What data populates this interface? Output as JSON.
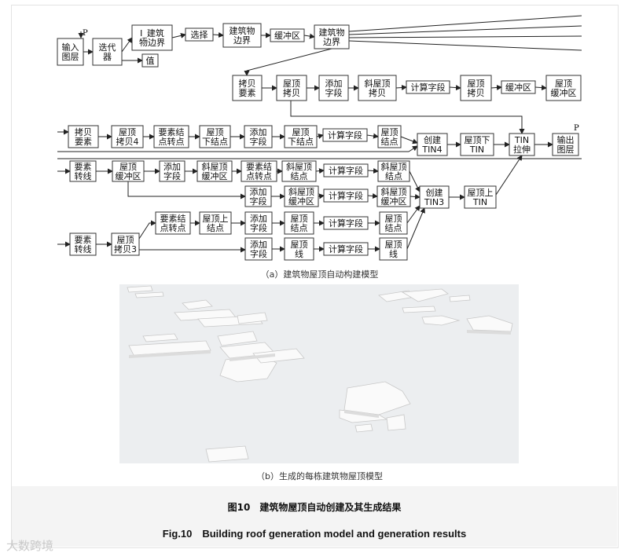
{
  "diagram": {
    "top_param": "P",
    "output_param": "P",
    "nodes": [
      {
        "id": "input",
        "lines": [
          "输入",
          "图层"
        ]
      },
      {
        "id": "iterator",
        "lines": [
          "迭代",
          "器"
        ]
      },
      {
        "id": "i_bound",
        "lines": [
          "I_建筑",
          "物边界"
        ]
      },
      {
        "id": "value",
        "lines": [
          "值"
        ]
      },
      {
        "id": "select",
        "lines": [
          "选择"
        ]
      },
      {
        "id": "bound1",
        "lines": [
          "建筑物",
          "边界"
        ]
      },
      {
        "id": "buffer1",
        "lines": [
          "缓冲区"
        ]
      },
      {
        "id": "bound2",
        "lines": [
          "建筑物",
          "边界"
        ]
      },
      {
        "id": "copyfeat",
        "lines": [
          "拷贝",
          "要素"
        ]
      },
      {
        "id": "roofcopy",
        "lines": [
          "屋顶",
          "拷贝"
        ]
      },
      {
        "id": "addfield1",
        "lines": [
          "添加",
          "字段"
        ]
      },
      {
        "id": "slantcopy",
        "lines": [
          "斜屋顶",
          "拷贝"
        ]
      },
      {
        "id": "calc1",
        "lines": [
          "计算字段"
        ]
      },
      {
        "id": "roofcopy2",
        "lines": [
          "屋顶",
          "拷贝"
        ]
      },
      {
        "id": "buffer2",
        "lines": [
          "缓冲区"
        ]
      },
      {
        "id": "roofbuffer",
        "lines": [
          "屋顶",
          "缓冲区"
        ]
      },
      {
        "id": "copyfeat2",
        "lines": [
          "拷贝",
          "要素"
        ]
      },
      {
        "id": "roofcopy4",
        "lines": [
          "屋顶",
          "拷贝4"
        ]
      },
      {
        "id": "ftp1",
        "lines": [
          "要素结",
          "点转点"
        ]
      },
      {
        "id": "roofdown",
        "lines": [
          "屋顶",
          "下结点"
        ]
      },
      {
        "id": "addfield2",
        "lines": [
          "添加",
          "字段"
        ]
      },
      {
        "id": "roofdown2",
        "lines": [
          "屋顶",
          "下结点"
        ]
      },
      {
        "id": "calc2",
        "lines": [
          "计算字段"
        ]
      },
      {
        "id": "roofnode1",
        "lines": [
          "屋顶",
          "结点"
        ]
      },
      {
        "id": "tin4",
        "lines": [
          "创建",
          "TIN4"
        ]
      },
      {
        "id": "tindown",
        "lines": [
          "屋顶下",
          "TIN"
        ]
      },
      {
        "id": "tinext",
        "lines": [
          "TIN",
          "拉伸"
        ]
      },
      {
        "id": "output",
        "lines": [
          "输出",
          "图层"
        ]
      },
      {
        "id": "f2line1",
        "lines": [
          "要素",
          "转线"
        ]
      },
      {
        "id": "roofbuffer2",
        "lines": [
          "屋顶",
          "缓冲区"
        ]
      },
      {
        "id": "addfield3",
        "lines": [
          "添加",
          "字段"
        ]
      },
      {
        "id": "slantbuf",
        "lines": [
          "斜屋顶",
          "缓冲区"
        ]
      },
      {
        "id": "ftp2",
        "lines": [
          "要素结",
          "点转点"
        ]
      },
      {
        "id": "slantnode",
        "lines": [
          "斜屋顶",
          "结点"
        ]
      },
      {
        "id": "calc3",
        "lines": [
          "计算字段"
        ]
      },
      {
        "id": "slantnode2",
        "lines": [
          "斜屋顶",
          "结点"
        ]
      },
      {
        "id": "addfield4",
        "lines": [
          "添加",
          "字段"
        ]
      },
      {
        "id": "slantbuf2",
        "lines": [
          "斜屋顶",
          "缓冲区"
        ]
      },
      {
        "id": "calc4",
        "lines": [
          "计算字段"
        ]
      },
      {
        "id": "slantbuf3",
        "lines": [
          "斜屋顶",
          "缓冲区"
        ]
      },
      {
        "id": "tin3",
        "lines": [
          "创建",
          "TIN3"
        ]
      },
      {
        "id": "tinup",
        "lines": [
          "屋顶上",
          "TIN"
        ]
      },
      {
        "id": "f2line2",
        "lines": [
          "要素",
          "转线"
        ]
      },
      {
        "id": "roofcopy3",
        "lines": [
          "屋顶",
          "拷贝3"
        ]
      },
      {
        "id": "ftp3",
        "lines": [
          "要素结",
          "点转点"
        ]
      },
      {
        "id": "roofup",
        "lines": [
          "屋顶上",
          "结点"
        ]
      },
      {
        "id": "addfield5",
        "lines": [
          "添加",
          "字段"
        ]
      },
      {
        "id": "roofnode2",
        "lines": [
          "屋顶",
          "结点"
        ]
      },
      {
        "id": "calc5",
        "lines": [
          "计算字段"
        ]
      },
      {
        "id": "roofnode3",
        "lines": [
          "屋顶",
          "结点"
        ]
      },
      {
        "id": "addfield6",
        "lines": [
          "添加",
          "字段"
        ]
      },
      {
        "id": "roofline",
        "lines": [
          "屋顶",
          "线"
        ]
      },
      {
        "id": "calc6",
        "lines": [
          "计算字段"
        ]
      },
      {
        "id": "roofline2",
        "lines": [
          "屋顶",
          "线"
        ]
      }
    ]
  },
  "caption_a": "（a）建筑物屋顶自动构建模型",
  "caption_b": "（b）生成的每栋建筑物屋顶模型",
  "figure_title_cn": "图10　建筑物屋顶自动创建及其生成结果",
  "figure_title_en": "Fig.10　Building roof generation model and generation results",
  "watermark": "大数跨境",
  "colors": {
    "background": "#ffffff",
    "footer": "#f4f4f4",
    "render_bg": "#eceef0",
    "box_stroke": "#333333"
  }
}
